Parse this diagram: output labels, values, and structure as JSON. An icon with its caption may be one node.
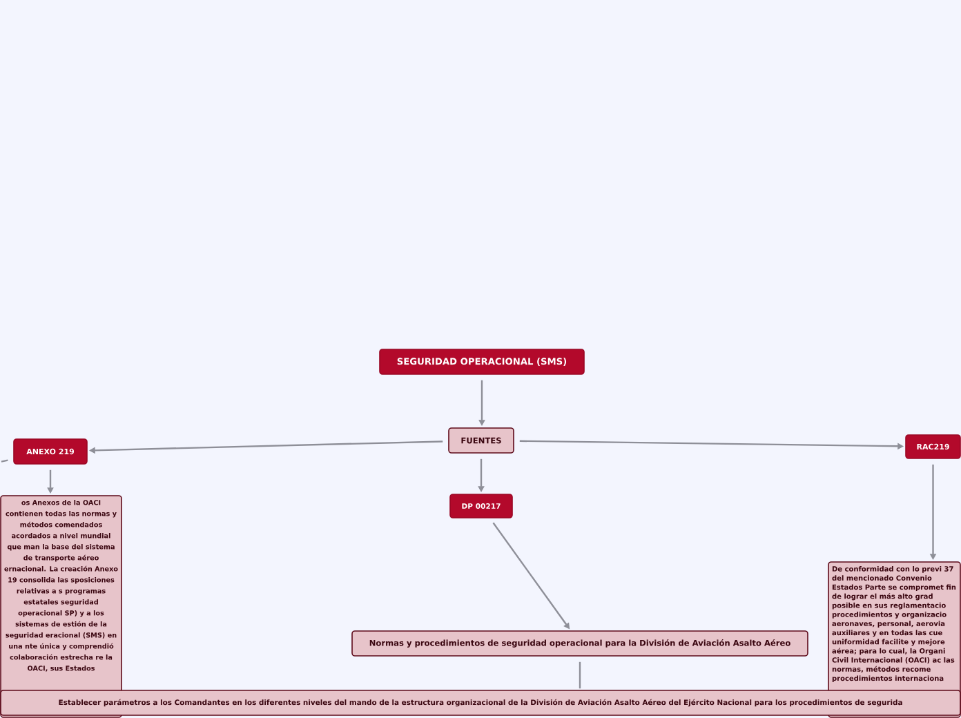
{
  "diagram": {
    "nodes": [
      {
        "text": [
          "SEGURIDAD OPERACIONAL (SMS)"
        ]
      },
      {
        "text": [
          "FUENTES"
        ]
      },
      {
        "text": [
          "ANEXO 219"
        ]
      },
      {
        "text": [
          "RAC219"
        ]
      },
      {
        "text": [
          "DP 00217"
        ]
      },
      {
        "text": [
          "os Anexos de la OACI contienen todas las normas y métodos comendados acordados a nivel mundial que man la base del sistema de transporte aéreo ernacional. La creación Anexo 19 consolida las sposiciones relativas a s programas estatales seguridad operacional SP) y a los sistemas de estión de la seguridad eracional (SMS) en una nte única y comprendió colaboración estrecha re la OACI, sus Estados"
        ]
      },
      {
        "text": [
          "De conformidad con lo previ 37 del mencionado Convenio Estados Parte se compromet fin de lograr el más alto grad posible en sus reglamentacio procedimientos y organizacio aeronaves, personal, aerovia auxiliares y en todas las cue uniformidad facilite y mejore aérea; para lo cual, la Organi Civil Internacional (OACI) ac las normas, métodos recome procedimientos internaciona"
        ]
      },
      {
        "text": [
          "Normas y procedimientos de seguridad operacional para la División de Aviación Asalto Aéreo"
        ]
      },
      {
        "text": [
          "Establecer parámetros a los Comandantes en los diferentes niveles del mando de la estructura organizacional de la División de Aviación Asalto Aéreo del Ejército Nacional para los procedimientos de segurida"
        ]
      }
    ],
    "edges": [
      {
        "from": 0,
        "to": 1,
        "arrow": "to"
      },
      {
        "from": 1,
        "to": 2,
        "arrow": "to"
      },
      {
        "from": 1,
        "to": 3,
        "arrow": "to"
      },
      {
        "from": 1,
        "to": 4,
        "arrow": "to"
      },
      {
        "from": 2,
        "to": 5,
        "arrow": "to"
      },
      {
        "from": 3,
        "to": 6,
        "arrow": "to"
      },
      {
        "from": 4,
        "to": 7,
        "arrow": "to"
      },
      {
        "from": 7,
        "to": 8,
        "arrow": "none"
      },
      {
        "from": 2,
        "to": null,
        "arrow": "none"
      }
    ]
  }
}
